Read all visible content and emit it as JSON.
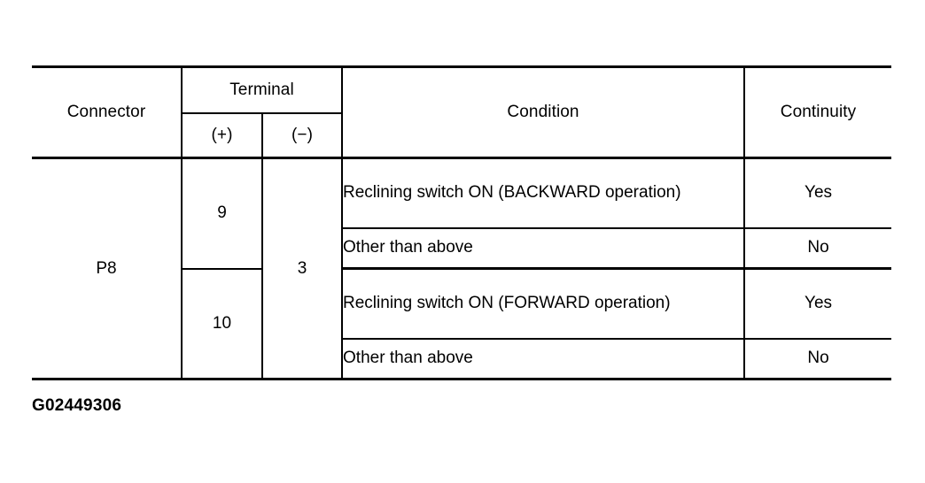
{
  "table": {
    "headers": {
      "connector": "Connector",
      "terminal": "Terminal",
      "terminal_plus": "(+)",
      "terminal_minus": "(−)",
      "condition": "Condition",
      "continuity": "Continuity"
    },
    "connector": "P8",
    "terminal_minus_value": "3",
    "groups": [
      {
        "terminal_plus": "9",
        "rows": [
          {
            "condition": "Reclining switch ON (BACKWARD operation)",
            "continuity": "Yes"
          },
          {
            "condition": "Other than above",
            "continuity": "No"
          }
        ]
      },
      {
        "terminal_plus": "10",
        "rows": [
          {
            "condition": "Reclining switch ON (FORWARD operation)",
            "continuity": "Yes"
          },
          {
            "condition": "Other than above",
            "continuity": "No"
          }
        ]
      }
    ]
  },
  "caption": "G02449306"
}
